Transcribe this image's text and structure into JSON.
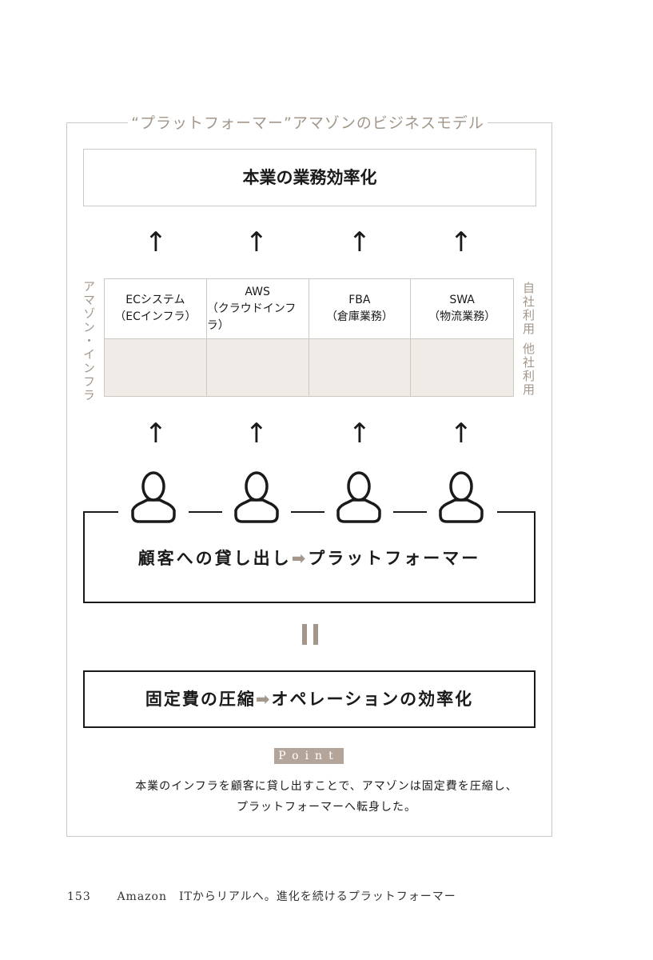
{
  "title": "“プラットフォーマー”アマゾンのビジネスモデル",
  "top_box": "本業の業務効率化",
  "arrow_glyph": "↑",
  "left_label": "アマゾン・インフラ",
  "right_labels": [
    "自社利用",
    "他社利用"
  ],
  "columns": [
    {
      "name": "ECシステム",
      "sub": "（ECインフラ）"
    },
    {
      "name": "AWS",
      "sub": "（クラウドインフラ）"
    },
    {
      "name": "FBA",
      "sub": "（倉庫業務）"
    },
    {
      "name": "SWA",
      "sub": "（物流業務）"
    }
  ],
  "icons": [
    "person-icon",
    "person-icon",
    "person-icon",
    "person-icon"
  ],
  "middle": {
    "left": "顧客への貸し出し",
    "arrow": "➡",
    "right": "プラットフォーマー"
  },
  "bottom": {
    "left": "固定費の圧縮",
    "arrow": "➡",
    "right": "オペレーションの効率化"
  },
  "point": {
    "badge": "Point",
    "line1": "本業のインフラを顧客に貸し出すことで、アマゾンは固定費を圧縮し、",
    "line2": "プラットフォーマーへ転身した。"
  },
  "footer": {
    "page": "153",
    "text": "Amazon　ITからリアルへ。進化を続けるプラットフォーマー"
  },
  "colors": {
    "accent": "#a3968a",
    "badge": "#b3a59a",
    "shade": "#efebe7"
  }
}
